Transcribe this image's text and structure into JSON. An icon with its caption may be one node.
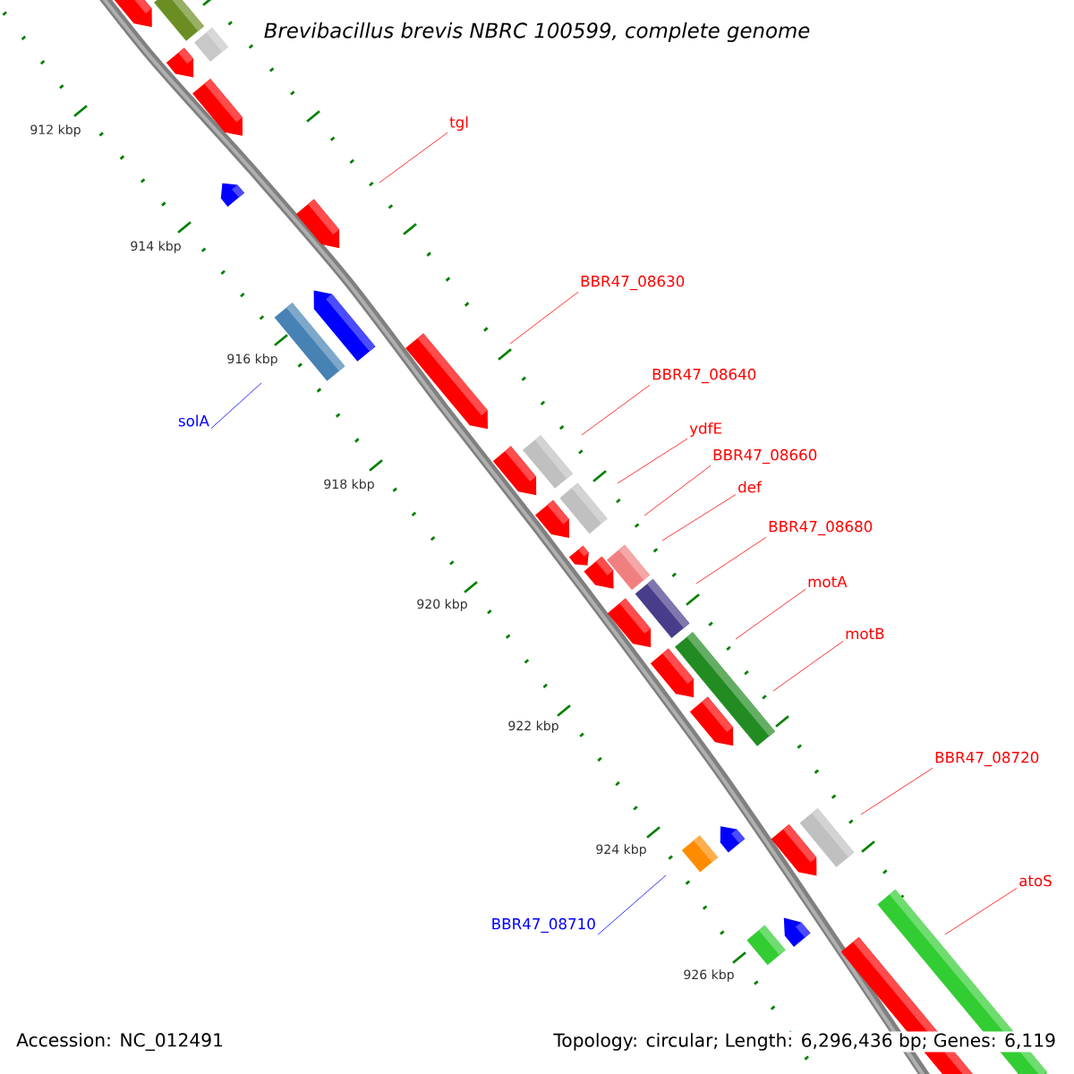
{
  "diagram": {
    "title": "*Brevibacillus brevis* NBRC 100599, complete genome",
    "nodes": [
      {
        "text": [
          "tgl"
        ]
      },
      {
        "text": [
          "BBR47_08630"
        ]
      },
      {
        "text": [
          "BBR47_08640"
        ]
      },
      {
        "text": [
          "solA"
        ]
      },
      {
        "text": [
          "ydfE"
        ]
      },
      {
        "text": [
          "BBR47_08660"
        ]
      },
      {
        "text": [
          "def"
        ]
      },
      {
        "text": [
          "BBR47_08680"
        ]
      },
      {
        "text": [
          "motA"
        ]
      },
      {
        "text": [
          "motB"
        ]
      },
      {
        "text": [
          "BBR47_08720"
        ]
      },
      {
        "text": [
          "atoS"
        ]
      },
      {
        "text": [
          "BBR47_08710"
        ]
      }
    ],
    "edges": [
      {
        "from": 0,
        "to": null,
        "arrow": "none"
      },
      {
        "from": 1,
        "to": null,
        "arrow": "none"
      },
      {
        "from": 2,
        "to": null,
        "arrow": "none"
      },
      {
        "from": 3,
        "to": null,
        "arrow": "none",
        "color": "#0000ff"
      },
      {
        "from": 4,
        "to": null,
        "arrow": "none"
      },
      {
        "from": 5,
        "to": null,
        "arrow": "none"
      },
      {
        "from": 6,
        "to": null,
        "arrow": "none"
      },
      {
        "from": 7,
        "to": null,
        "arrow": "none"
      },
      {
        "from": 8,
        "to": null,
        "arrow": "none"
      },
      {
        "from": 9,
        "to": null,
        "arrow": "none"
      },
      {
        "from": 10,
        "to": null,
        "arrow": "none"
      },
      {
        "from": 11,
        "to": null,
        "arrow": "none"
      },
      {
        "from": 12,
        "to": null,
        "arrow": "none",
        "color": "#0000ff"
      }
    ],
    "labels": [
      "912 kbp",
      "914 kbp",
      "916 kbp",
      "918 kbp",
      "920 kbp",
      "922 kbp",
      "924 kbp",
      "926 kbp",
      "Accession: NC_012491",
      "Topology: circular; Length: 6,296,436 bp; Genes: 6,119"
    ]
  }
}
